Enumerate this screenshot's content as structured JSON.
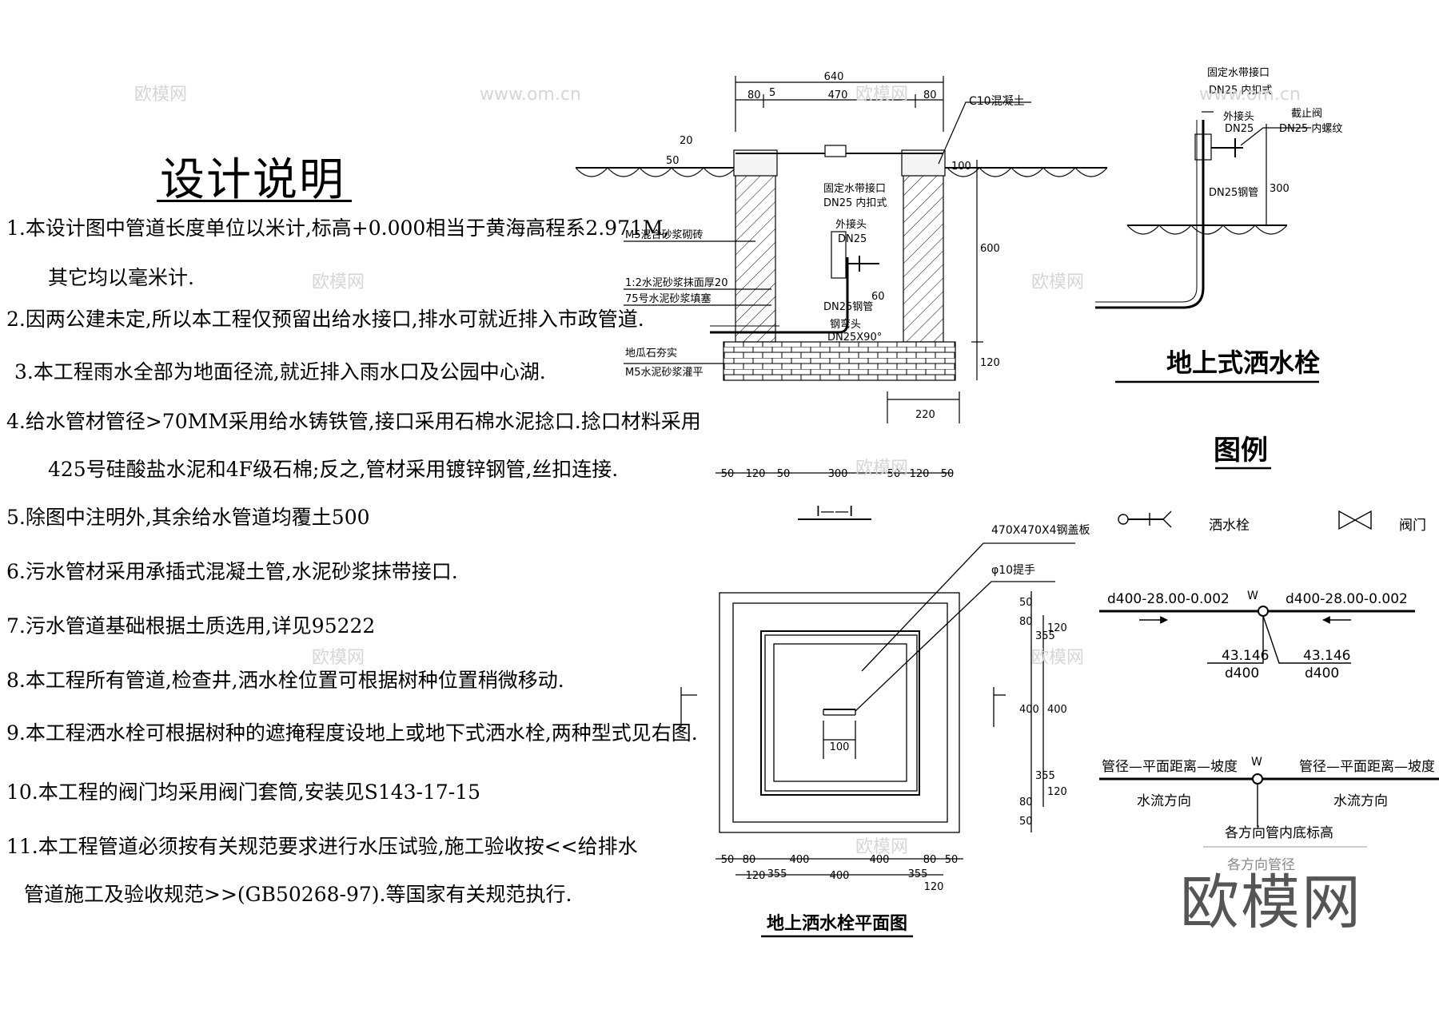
{
  "design_notes": {
    "title": "设计说明",
    "items": [
      "1.本设计图中管道长度单位以米计,标高+0.000相当于黄海高程系2.971M,",
      "其它均以毫米计.",
      "2.因两公建未定,所以本工程仅预留出给水接口,排水可就近排入市政管道.",
      "3.本工程雨水全部为地面径流,就近排入雨水口及公园中心湖.",
      "4.给水管材管径>70MM采用给水铸铁管,接口采用石棉水泥捻口.捻口材料采用",
      "425号硅酸盐水泥和4F级石棉;反之,管材采用镀锌钢管,丝扣连接.",
      "5.除图中注明外,其余给水管道均覆土500",
      "6.污水管材采用承插式混凝土管,水泥砂浆抹带接口.",
      "7.污水管道基础根据土质选用,详见95222",
      "8.本工程所有管道,检查井,洒水栓位置可根据树种位置稍微移动.",
      "9.本工程洒水栓可根据树种的遮掩程度设地上或地下式洒水栓,两种型式见右图.",
      "10.本工程的阀门均采用阀门套筒,安装见S143-17-15",
      "11.本工程管道必须按有关规范要求进行水压试验,施工验收按<<给排水",
      "管道施工及验收规范>>(GB50268-97).等国家有关规范执行."
    ]
  },
  "section": {
    "dims_top": [
      "640",
      "80",
      "5",
      "470",
      "80"
    ],
    "dim_20": "20",
    "dim_50": "50",
    "dim_100": "100",
    "dim_600": "600",
    "dim_120": "120",
    "dim_220": "220",
    "dim_60": "60",
    "dims_bottom": [
      "50",
      "120",
      "50",
      "300",
      "50",
      "120",
      "50"
    ],
    "labels": {
      "c10": "C10混凝土",
      "fixed_hose": "固定水带接口",
      "dn25_inner": "DN25 内扣式",
      "outer_joint": "外接头",
      "dn25": "DN25",
      "m5_brick": "M5混合砂浆砌砖",
      "plaster": "1:2水泥砂浆抹面厚20",
      "mortar_fill": "75号水泥砂浆填塞",
      "dn25_steel": "DN25钢管",
      "elbow": "钢弯头",
      "elbow_size": "DN25X90°",
      "base1": "地瓜石夯实",
      "base2": "M5水泥砂浆灌平"
    },
    "section_mark": "I——I"
  },
  "plan": {
    "title": "地上洒水栓平面图",
    "cover": "470X470X4钢盖板",
    "handle": "φ10提手",
    "dim_100": "100",
    "dims_right": [
      "50",
      "80",
      "355",
      "120",
      "400",
      "400",
      "355",
      "120",
      "80",
      "50"
    ],
    "dims_bottom_1": [
      "50",
      "80",
      "400",
      "400",
      "80",
      "50"
    ],
    "dims_bottom_2": [
      "120",
      "355",
      "400",
      "355",
      "120"
    ]
  },
  "aboveground": {
    "title": "地上式洒水栓",
    "fixed_hose": "固定水带接口",
    "dn25_inner": "DN25 内扣式",
    "outer_joint": "外接头",
    "dn25": "DN25",
    "stop_valve": "截止阀",
    "dn25_thread": "DN25 内螺纹",
    "dn25_steel": "DN25钢管",
    "dim_300": "300"
  },
  "legend": {
    "title": "图例",
    "sprinkler": "洒水栓",
    "valve": "阀门",
    "pipe_label_left": "d400-28.00-0.002",
    "pipe_label_right": "d400-28.00-0.002",
    "w": "W",
    "elev_left": "43.146",
    "elev_right": "43.146",
    "d400_left": "d400",
    "d400_right": "d400",
    "pipe_desc_left": "管径—平面距离—坡度",
    "pipe_desc_right": "管径—平面距离—坡度",
    "flow_left": "水流方向",
    "flow_right": "水流方向",
    "invert": "各方向管内底标高",
    "invert_faint": "各方向管径"
  },
  "watermarks": {
    "logo": "欧模网",
    "url": "www.om.cn",
    "brand": "欧模网"
  }
}
